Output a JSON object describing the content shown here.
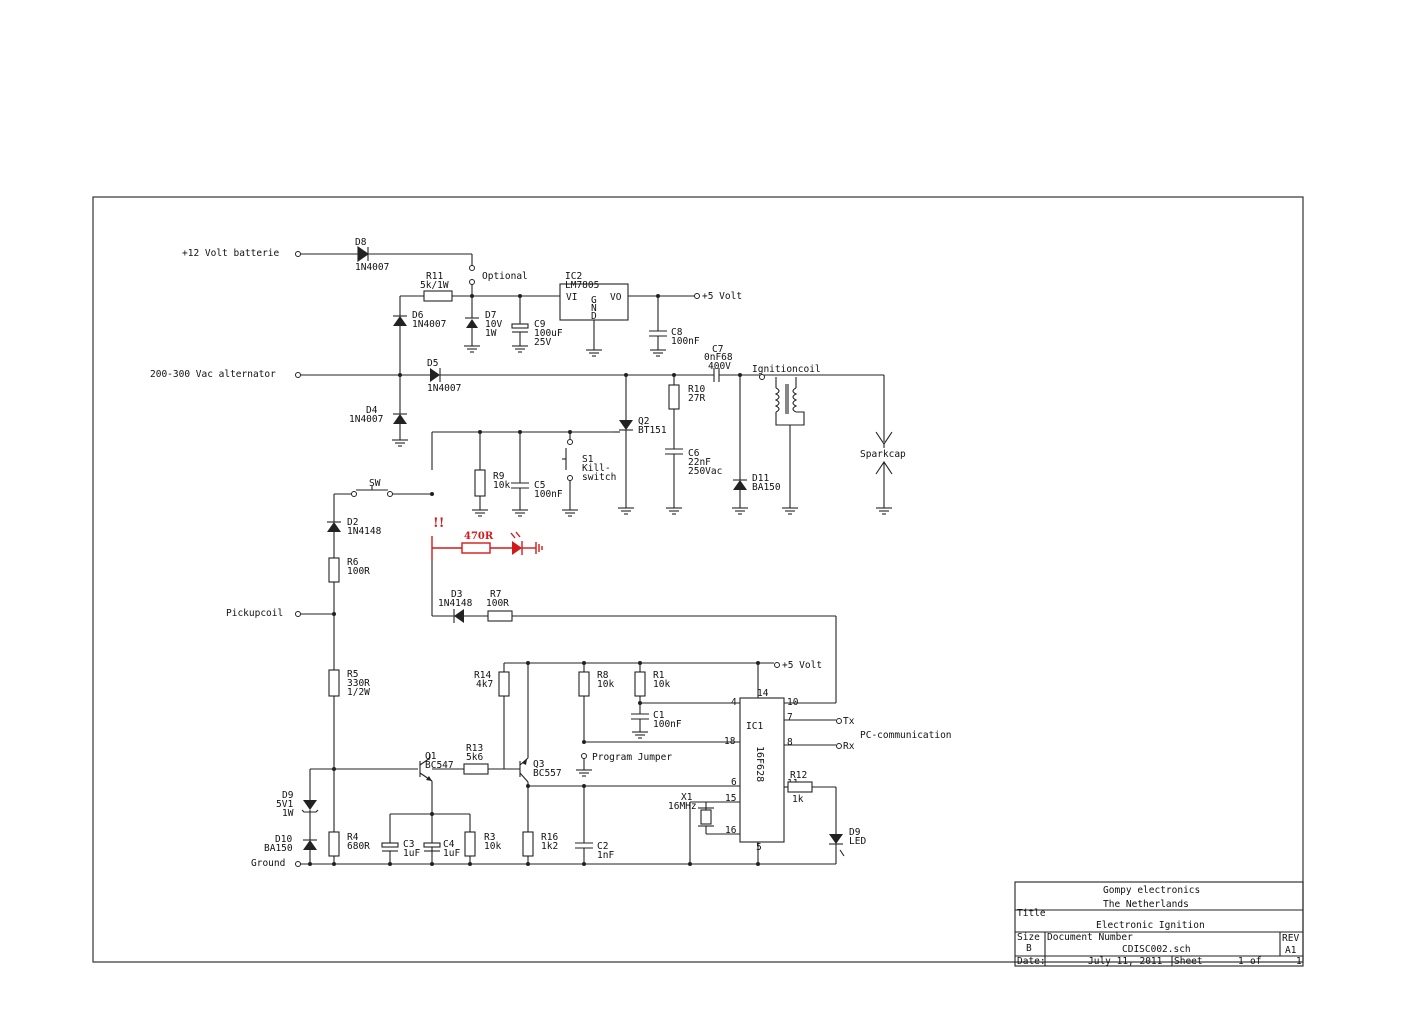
{
  "labels": {
    "batt": "+12 Volt batterie",
    "alt": "200-300 Vac alternator",
    "pickup": "Pickupcoil",
    "ground": "Ground",
    "optional": "Optional",
    "vout1": "+5 Volt",
    "vout2": "+5 Volt",
    "ignitioncoil": "Ignitioncoil",
    "sparkcap": "Sparkcap",
    "pc": "PC-communication",
    "tx": "Tx",
    "rx": "Rx",
    "progjumper": "Program Jumper",
    "warn": "!!",
    "sw": "SW"
  },
  "parts": {
    "D8": [
      "D8",
      "1N4007"
    ],
    "R11": [
      "R11",
      "5k/1W"
    ],
    "IC2": [
      "IC2",
      "LM7805"
    ],
    "IC2pins": [
      "VI",
      "VO",
      "G",
      "N",
      "D"
    ],
    "D6": [
      "D6",
      "1N4007"
    ],
    "D7": [
      "D7",
      "10V",
      "1W"
    ],
    "C9": [
      "C9",
      "100uF",
      "25V"
    ],
    "C8": [
      "C8",
      "100nF"
    ],
    "D5": [
      "D5",
      "1N4007"
    ],
    "D4": [
      "D4",
      "1N4007"
    ],
    "R10": [
      "R10",
      "27R"
    ],
    "C7": [
      "C7",
      "0nF68",
      "400V"
    ],
    "Q2": [
      "Q2",
      "BT151"
    ],
    "C6": [
      "C6",
      "22nF",
      "250Vac"
    ],
    "D11": [
      "D11",
      "BA150"
    ],
    "R9": [
      "R9",
      "10k"
    ],
    "C5": [
      "C5",
      "100nF"
    ],
    "S1": [
      "S1",
      "Kill-",
      "switch"
    ],
    "D2": [
      "D2",
      "1N4148"
    ],
    "R6": [
      "R6",
      "100R"
    ],
    "Rred": [
      "470R"
    ],
    "D3": [
      "D3",
      "1N4148"
    ],
    "R7": [
      "R7",
      "100R"
    ],
    "R5": [
      "R5",
      "330R",
      "1/2W"
    ],
    "R14": [
      "R14",
      "4k7"
    ],
    "R8": [
      "R8",
      "10k"
    ],
    "R1": [
      "R1",
      "10k"
    ],
    "C1": [
      "C1",
      "100nF"
    ],
    "IC1": [
      "IC1",
      "16F628"
    ],
    "Q1": [
      "Q1",
      "BC547"
    ],
    "R13": [
      "R13",
      "5k6"
    ],
    "Q3": [
      "Q3",
      "BC557"
    ],
    "R12": [
      "R12",
      "1k"
    ],
    "X1": [
      "X1",
      "16MHz"
    ],
    "D9a": [
      "D9",
      "5V1",
      "1W"
    ],
    "D10": [
      "D10",
      "BA150"
    ],
    "R4": [
      "R4",
      "680R"
    ],
    "C3": [
      "C3",
      "1uF"
    ],
    "C4": [
      "C4",
      "1uF"
    ],
    "R3": [
      "R3",
      "10k"
    ],
    "R16": [
      "R16",
      "1k2"
    ],
    "C2": [
      "C2",
      "1nF"
    ],
    "D9b": [
      "D9",
      "LED"
    ],
    "pins": [
      "14",
      "4",
      "18",
      "6",
      "15",
      "16",
      "5",
      "10",
      "7",
      "8",
      "11"
    ]
  },
  "titleblock": {
    "company": "Gompy electronics",
    "country": "The Netherlands",
    "title_label": "Title",
    "title": "Electronic Ignition",
    "size_label": "Size",
    "size": "B",
    "docnum_label": "Document Number",
    "docnum": "CDISC002.sch",
    "rev_label": "REV",
    "rev": "A1",
    "date_label": "Date:",
    "date": "July 11, 2011",
    "sheet_label": "Sheet",
    "sheet": "1",
    "of": "of",
    "sheets": "1"
  }
}
